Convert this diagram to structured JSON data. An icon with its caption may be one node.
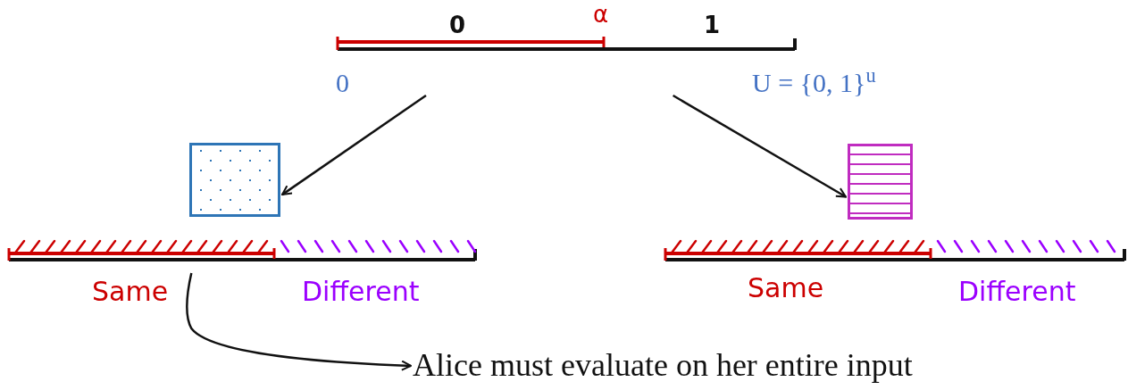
{
  "diagram": {
    "nodes": [
      {
        "text": [],
        "shape": "bar"
      },
      {
        "text": [],
        "shape": "bar"
      },
      {
        "text": [],
        "shape": "bar"
      },
      {
        "text": [],
        "shape": "box"
      },
      {
        "text": [],
        "shape": "box"
      },
      {
        "text": [
          "Alice must evaluate on her entire input"
        ]
      }
    ],
    "edges": [
      {
        "from": 0,
        "to": 3,
        "arrow": "to"
      },
      {
        "from": 0,
        "to": 4,
        "arrow": "to"
      },
      {
        "from": 1,
        "to": 5,
        "arrow": "to"
      }
    ],
    "labels": [
      "0",
      "α",
      "1",
      "0",
      "U = {0, 1}$^{u}$",
      "Same",
      "Different",
      "Same",
      "Different"
    ]
  }
}
